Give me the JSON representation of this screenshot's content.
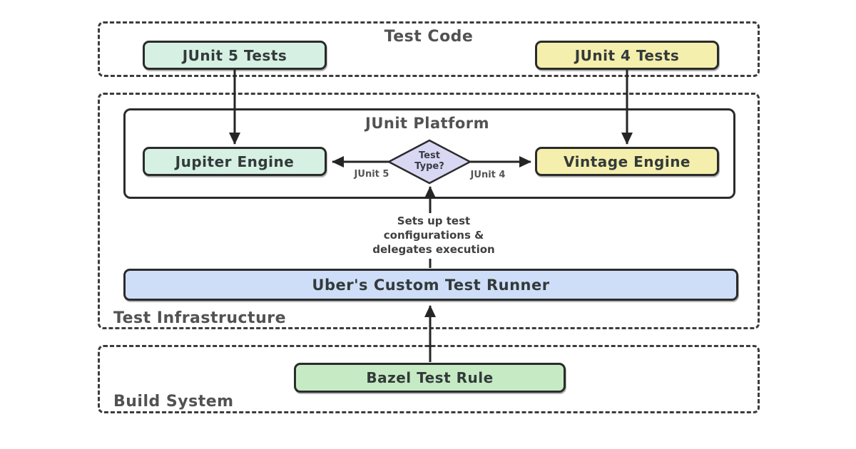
{
  "containers": {
    "test_code": {
      "label": "Test Code"
    },
    "test_infrastructure": {
      "label": "Test Infrastructure"
    },
    "build_system": {
      "label": "Build System"
    }
  },
  "nodes": {
    "junit5_tests": {
      "label": "JUnit 5 Tests",
      "fill": "#d6f1e4"
    },
    "junit4_tests": {
      "label": "JUnit 4 Tests",
      "fill": "#f4efad"
    },
    "junit_platform": {
      "label": "JUnit Platform"
    },
    "jupiter_engine": {
      "label": "Jupiter Engine",
      "fill": "#d6f1e4"
    },
    "vintage_engine": {
      "label": "Vintage Engine",
      "fill": "#f4efad"
    },
    "test_type_decision": {
      "line1": "Test",
      "line2": "Type?",
      "fill": "#d9d8f3"
    },
    "uber_runner": {
      "label": "Uber's Custom Test Runner",
      "fill": "#cfdef8"
    },
    "bazel_rule": {
      "label": "Bazel Test Rule",
      "fill": "#c6ebc4"
    }
  },
  "edge_labels": {
    "to_jupiter": "JUnit 5",
    "to_vintage": "JUnit 4"
  },
  "note": {
    "lines": [
      "Sets up test",
      "configurations &",
      "delegates execution"
    ]
  },
  "colors": {
    "arrow": "#252525",
    "dashed_border": "#3d3d3d",
    "node_border": "#2b2b2b",
    "label_gray": "#525252"
  }
}
